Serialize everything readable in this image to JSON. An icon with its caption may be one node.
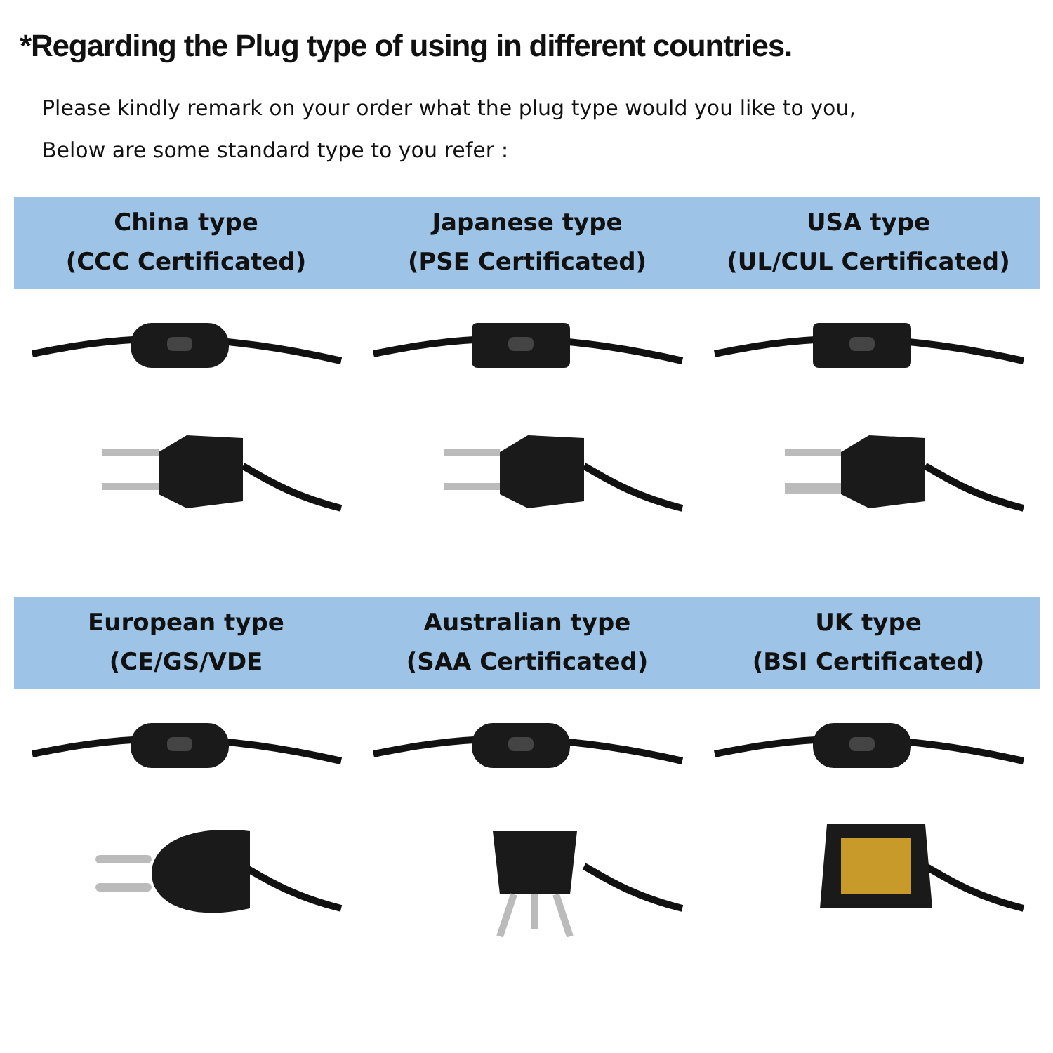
{
  "diagram": {
    "title": "*Regarding the Plug type of using in different countries.",
    "nodes": [
      {
        "text": [
          "China type",
          "(CCC Certificated)"
        ]
      },
      {
        "text": [
          "Japanese type",
          "(PSE Certificated)"
        ]
      },
      {
        "text": [
          "USA type",
          "(UL/CUL Certificated)"
        ]
      },
      {
        "text": [
          "European type",
          "(CE/GS/VDE"
        ]
      },
      {
        "text": [
          "Australian type",
          "(SAA Certificated)"
        ]
      },
      {
        "text": [
          "UK type",
          "(BSI Certificated)"
        ]
      }
    ],
    "edges": [],
    "labels": [
      "Please kindly remark on your order what the plug type would you like to you,",
      "Below are some standard type to you refer："
    ]
  }
}
